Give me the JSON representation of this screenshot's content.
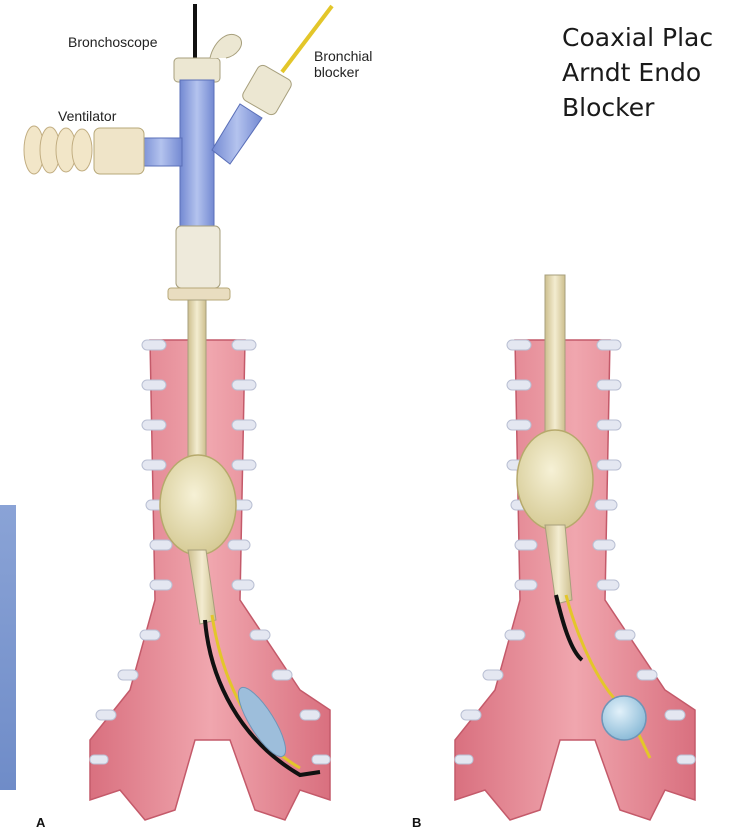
{
  "title": {
    "line1": "Coaxial Plac",
    "line2": "Arndt Endo",
    "line3": "Blocker"
  },
  "labels": {
    "bronchoscope": "Bronchoscope",
    "bronchial_blocker_line1": "Bronchial",
    "bronchial_blocker_line2": "blocker",
    "ventilator": "Ventilator"
  },
  "panels": {
    "a": "A",
    "b": "B"
  },
  "colors": {
    "trachea": "#e98f9a",
    "cartilage": "#dfe3ee",
    "tube": "#eadfb5",
    "cuff": "#e8e2b8",
    "adapter": "#8fa4e0",
    "blocker_wire": "#e3c62a",
    "bronchoscope_wire": "#111111",
    "blocker_balloon": "#a9cfe6"
  }
}
